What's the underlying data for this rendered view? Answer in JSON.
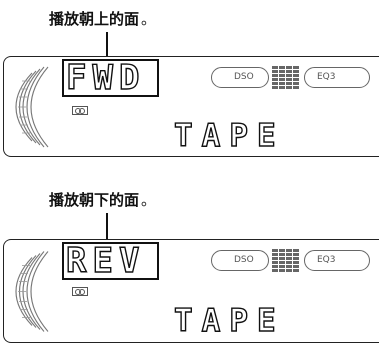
{
  "panels": [
    {
      "caption": "播放朝上的面",
      "caption_mark": "。",
      "segment_text": "FWD",
      "tape_label": "TAPE",
      "dso_label": "DSO",
      "eq_label": "EQ3"
    },
    {
      "caption": "播放朝下的面",
      "caption_mark": "。",
      "segment_text": "REV",
      "tape_label": "TAPE",
      "dso_label": "DSO",
      "eq_label": "EQ3"
    }
  ]
}
